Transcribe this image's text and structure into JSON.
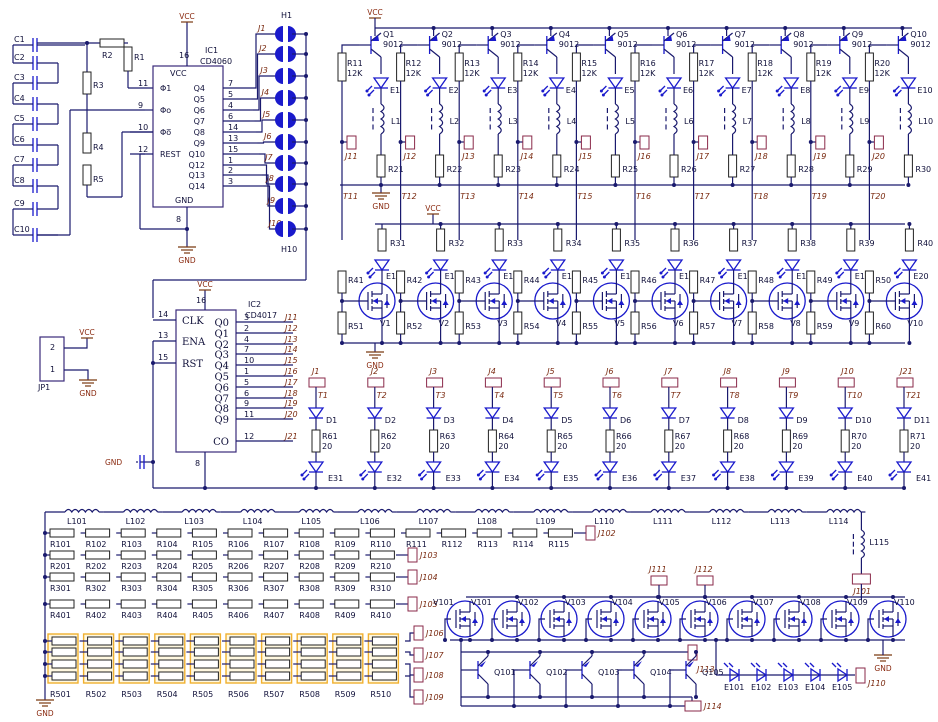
{
  "power": {
    "vcc": "VCC",
    "gnd": "GND"
  },
  "ic1": {
    "ref": "IC1",
    "part": "CD4060",
    "vcc_pin": "16",
    "gnd_pin": "8",
    "left_pins": [
      {
        "num": "11",
        "name": "Φ1"
      },
      {
        "num": "9",
        "name": "Φo"
      },
      {
        "num": "10",
        "name": "Φo̅"
      },
      {
        "num": "12",
        "name": "REST"
      }
    ],
    "right_pins": [
      {
        "name": "Q4",
        "num": "7",
        "net": "J1"
      },
      {
        "name": "Q5",
        "num": "5",
        "net": "J2"
      },
      {
        "name": "Q6",
        "num": "4",
        "net": "J3"
      },
      {
        "name": "Q7",
        "num": "6",
        "net": "J4"
      },
      {
        "name": "Q8",
        "num": "14",
        "net": "J5"
      },
      {
        "name": "Q9",
        "num": "13",
        "net": "J6"
      },
      {
        "name": "Q10",
        "num": "15",
        "net": "J7"
      },
      {
        "name": "Q12",
        "num": "1",
        "net": "J8"
      },
      {
        "name": "Q13",
        "num": "2",
        "net": "J9"
      },
      {
        "name": "Q14",
        "num": "3",
        "net": "J10"
      }
    ],
    "gnd_label": "GND"
  },
  "switches": {
    "first": "H1",
    "last": "H10"
  },
  "capacitors": [
    "C1",
    "C2",
    "C3",
    "C4",
    "C5",
    "C6",
    "C7",
    "C8",
    "C9",
    "C10"
  ],
  "osc_resistors": [
    "R1",
    "R2",
    "R3",
    "R4",
    "R5"
  ],
  "ic2": {
    "ref": "IC2",
    "part": "CD4017",
    "vcc_pin": "16",
    "gnd_pin": "8",
    "left_pins": [
      {
        "num": "14",
        "name": "CLK"
      },
      {
        "num": "13",
        "name": "ENA"
      },
      {
        "num": "15",
        "name": "RST"
      }
    ],
    "right_pins": [
      {
        "name": "Q0",
        "num": "3",
        "net": "J11"
      },
      {
        "name": "Q1",
        "num": "2",
        "net": "J12"
      },
      {
        "name": "Q2",
        "num": "4",
        "net": "J13"
      },
      {
        "name": "Q3",
        "num": "7",
        "net": "J14"
      },
      {
        "name": "Q4",
        "num": "10",
        "net": "J15"
      },
      {
        "name": "Q5",
        "num": "1",
        "net": "J16"
      },
      {
        "name": "Q6",
        "num": "5",
        "net": "J17"
      },
      {
        "name": "Q7",
        "num": "6",
        "net": "J18"
      },
      {
        "name": "Q8",
        "num": "9",
        "net": "J19"
      },
      {
        "name": "Q9",
        "num": "11",
        "net": "J20"
      },
      {
        "name": "CO",
        "num": "12",
        "net": "J21"
      }
    ],
    "gnd_cap_label": "GND"
  },
  "jp1": {
    "ref": "JP1",
    "pins": [
      "2",
      "1"
    ]
  },
  "transistor_stage": [
    {
      "q": "Q1",
      "type": "9012",
      "rb": "R11",
      "rb_val": "12K",
      "led": "E1",
      "coil": "L1",
      "re": "R21",
      "j": "J11",
      "t": "T11"
    },
    {
      "q": "Q2",
      "type": "9012",
      "rb": "R12",
      "rb_val": "12K",
      "led": "E2",
      "coil": "L2",
      "re": "R22",
      "j": "J12",
      "t": "T12"
    },
    {
      "q": "Q3",
      "type": "9012",
      "rb": "R13",
      "rb_val": "12K",
      "led": "E3",
      "coil": "L3",
      "re": "R23",
      "j": "J13",
      "t": "T13"
    },
    {
      "q": "Q4",
      "type": "9012",
      "rb": "R14",
      "rb_val": "12K",
      "led": "E4",
      "coil": "L4",
      "re": "R24",
      "j": "J14",
      "t": "T14"
    },
    {
      "q": "Q5",
      "type": "9012",
      "rb": "R15",
      "rb_val": "12K",
      "led": "E5",
      "coil": "L5",
      "re": "R25",
      "j": "J15",
      "t": "T15"
    },
    {
      "q": "Q6",
      "type": "9012",
      "rb": "R16",
      "rb_val": "12K",
      "led": "E6",
      "coil": "L6",
      "re": "R26",
      "j": "J16",
      "t": "T16"
    },
    {
      "q": "Q7",
      "type": "9012",
      "rb": "R17",
      "rb_val": "12K",
      "led": "E7",
      "coil": "L7",
      "re": "R27",
      "j": "J17",
      "t": "T17"
    },
    {
      "q": "Q8",
      "type": "9012",
      "rb": "R18",
      "rb_val": "12K",
      "led": "E8",
      "coil": "L8",
      "re": "R28",
      "j": "J18",
      "t": "T18"
    },
    {
      "q": "Q9",
      "type": "9012",
      "rb": "R19",
      "rb_val": "12K",
      "led": "E9",
      "coil": "L9",
      "re": "R29",
      "j": "J19",
      "t": "T19"
    },
    {
      "q": "Q10",
      "type": "9012",
      "rb": "R20",
      "rb_val": "12K",
      "led": "E10",
      "coil": "L10",
      "re": "R30",
      "j": "J20",
      "t": "T20"
    }
  ],
  "mosfet_stage": [
    {
      "v": "V1",
      "rd": "R31",
      "led": "E11",
      "rg": "R41",
      "rs": "R51"
    },
    {
      "v": "V2",
      "rd": "R32",
      "led": "E12",
      "rg": "R42",
      "rs": "R52"
    },
    {
      "v": "V3",
      "rd": "R33",
      "led": "E13",
      "rg": "R43",
      "rs": "R53"
    },
    {
      "v": "V4",
      "rd": "R34",
      "led": "E14",
      "rg": "R44",
      "rs": "R54"
    },
    {
      "v": "V5",
      "rd": "R35",
      "led": "E15",
      "rg": "R45",
      "rs": "R55"
    },
    {
      "v": "V6",
      "rd": "R36",
      "led": "E16",
      "rg": "R46",
      "rs": "R56"
    },
    {
      "v": "V7",
      "rd": "R37",
      "led": "E17",
      "rg": "R47",
      "rs": "R57"
    },
    {
      "v": "V8",
      "rd": "R38",
      "led": "E18",
      "rg": "R48",
      "rs": "R58"
    },
    {
      "v": "V9",
      "rd": "R39",
      "led": "E19",
      "rg": "R49",
      "rs": "R59"
    },
    {
      "v": "V10",
      "rd": "R40",
      "led": "E20",
      "rg": "R50",
      "rs": "R60"
    }
  ],
  "diode_stage": [
    {
      "j": "J1",
      "t": "T1",
      "d": "D1",
      "r": "R61",
      "val": "20",
      "led": "E31"
    },
    {
      "j": "J2",
      "t": "T2",
      "d": "D2",
      "r": "R62",
      "val": "20",
      "led": "E32"
    },
    {
      "j": "J3",
      "t": "T3",
      "d": "D3",
      "r": "R63",
      "val": "20",
      "led": "E33"
    },
    {
      "j": "J4",
      "t": "T4",
      "d": "D4",
      "r": "R64",
      "val": "20",
      "led": "E34"
    },
    {
      "j": "J5",
      "t": "T5",
      "d": "D5",
      "r": "R65",
      "val": "20",
      "led": "E35"
    },
    {
      "j": "J6",
      "t": "T6",
      "d": "D6",
      "r": "R66",
      "val": "20",
      "led": "E36"
    },
    {
      "j": "J7",
      "t": "T7",
      "d": "D7",
      "r": "R67",
      "val": "20",
      "led": "E37"
    },
    {
      "j": "J8",
      "t": "T8",
      "d": "D8",
      "r": "R68",
      "val": "20",
      "led": "E38"
    },
    {
      "j": "J9",
      "t": "T9",
      "d": "D9",
      "r": "R69",
      "val": "20",
      "led": "E39"
    },
    {
      "j": "J10",
      "t": "T10",
      "d": "D10",
      "r": "R70",
      "val": "20",
      "led": "E40"
    },
    {
      "j": "J21",
      "t": "T21",
      "d": "D11",
      "r": "R71",
      "val": "20",
      "led": "E41"
    }
  ],
  "coil_chain": [
    "L101",
    "L102",
    "L103",
    "L104",
    "L105",
    "L106",
    "L107",
    "L108",
    "L109",
    "L110",
    "L111",
    "L112",
    "L113",
    "L114"
  ],
  "coil_end": "L115",
  "res_rows": [
    {
      "labels": [
        "R101",
        "R102",
        "R103",
        "R104",
        "R105",
        "R106",
        "R107",
        "R108",
        "R109",
        "R110",
        "R111",
        "R112",
        "R113",
        "R114",
        "R115"
      ],
      "j": "J102"
    },
    {
      "labels": [
        "R201",
        "R202",
        "R203",
        "R204",
        "R205",
        "R206",
        "R207",
        "R208",
        "R209",
        "R210"
      ],
      "j": "J103"
    },
    {
      "labels": [
        "R301",
        "R302",
        "R303",
        "R304",
        "R305",
        "R306",
        "R307",
        "R308",
        "R309",
        "R310"
      ],
      "j": "J104"
    },
    {
      "labels": [
        "R401",
        "R402",
        "R403",
        "R404",
        "R405",
        "R406",
        "R407",
        "R408",
        "R409",
        "R410"
      ],
      "j": "J105"
    }
  ],
  "res_array": {
    "labels": [
      "R501",
      "R502",
      "R503",
      "R504",
      "R505",
      "R506",
      "R507",
      "R508",
      "R509",
      "R510"
    ],
    "jacks": [
      "J106",
      "J107",
      "J108",
      "J109"
    ]
  },
  "mosfet_bank": [
    "V101",
    "V102",
    "V103",
    "V104",
    "V105",
    "V106",
    "V107",
    "V108",
    "V109",
    "V110"
  ],
  "bjt_bank": [
    "Q101",
    "Q102",
    "Q103",
    "Q104",
    "Q105"
  ],
  "led_bank": [
    "E101",
    "E102",
    "E103",
    "E104",
    "E105"
  ],
  "bank_jacks": {
    "j101": "J101",
    "j110": "J110",
    "j111": "J111",
    "j112": "J112",
    "j113": "J113",
    "j114": "J114"
  }
}
